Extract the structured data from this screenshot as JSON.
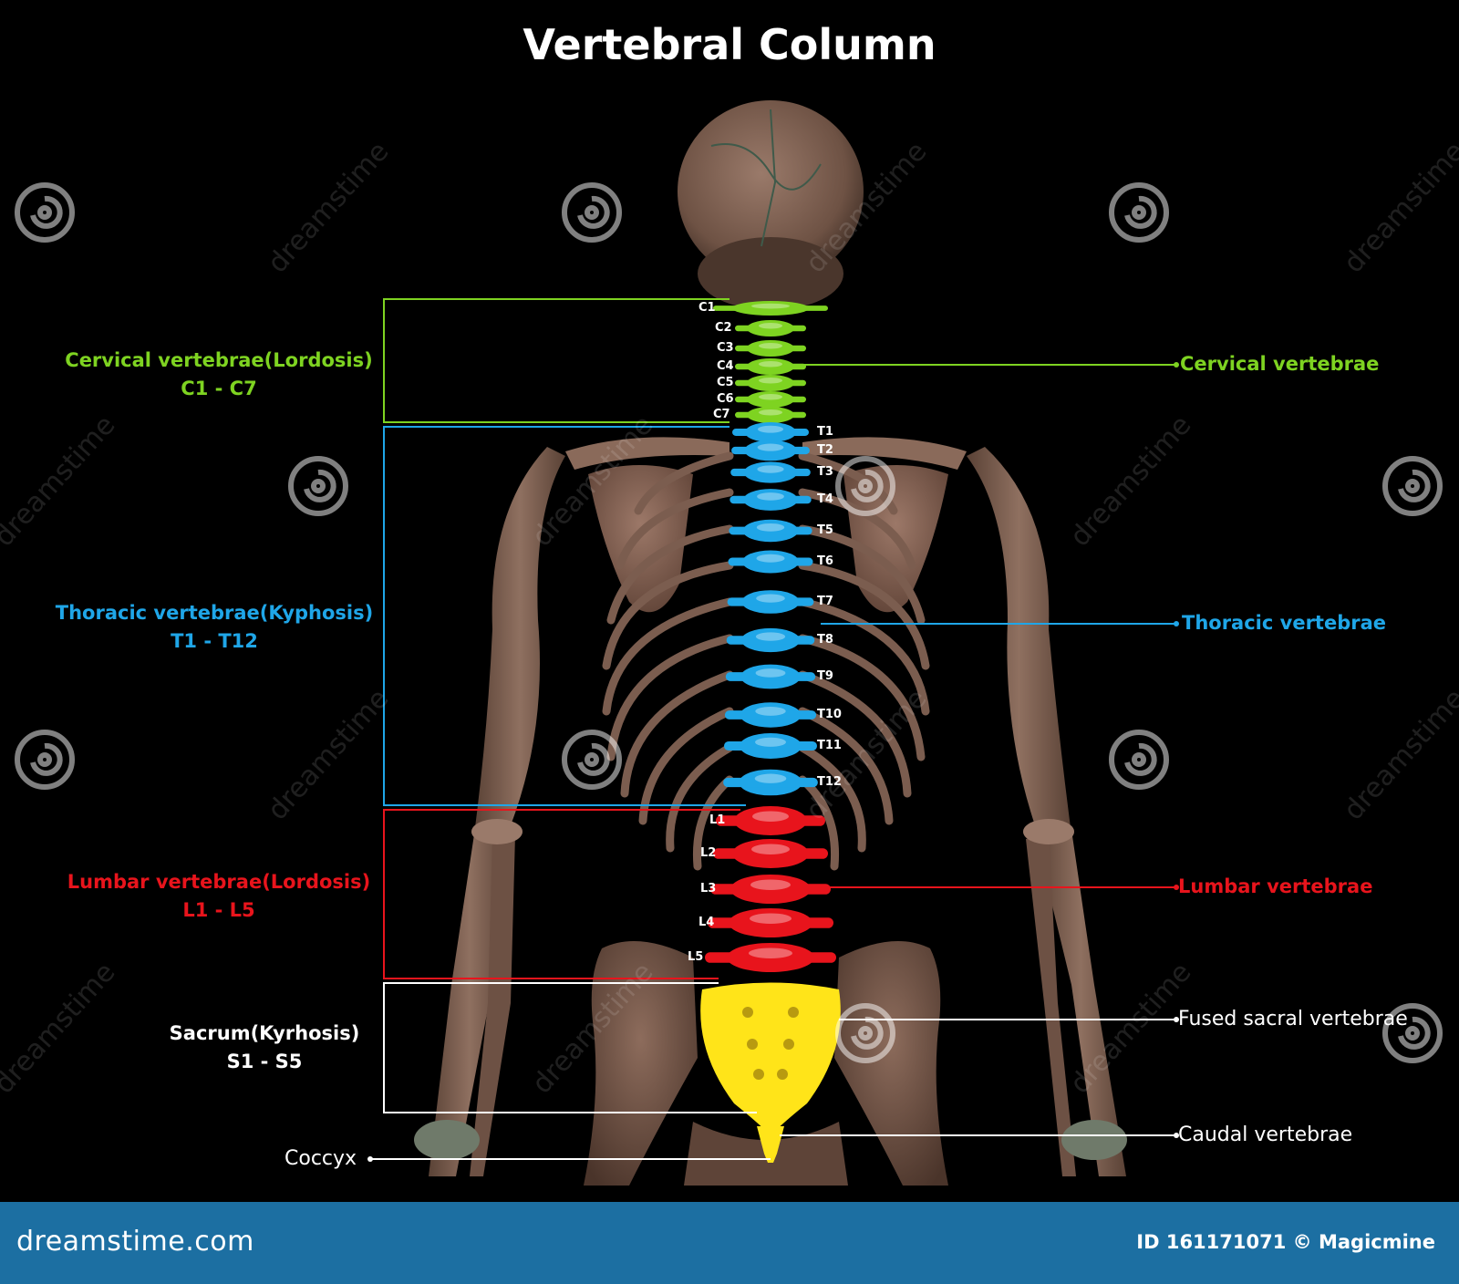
{
  "title": "Vertebral Column",
  "groups": {
    "cervical": {
      "left_name": "Cervical vertebrae(Lordosis)",
      "left_range": "C1 - C7",
      "right_name": "Cervical vertebrae",
      "color": "#7ed321"
    },
    "thoracic": {
      "left_name": "Thoracic vertebrae(Kyphosis)",
      "left_range": "T1 - T12",
      "right_name": "Thoracic vertebrae",
      "color": "#1fa6e8"
    },
    "lumbar": {
      "left_name": "Lumbar vertebrae(Lordosis)",
      "left_range": "L1 - L5",
      "right_name": "Lumbar vertebrae",
      "color": "#e8141c"
    },
    "sacrum": {
      "left_name": "Sacrum(Kyrhosis)",
      "left_range": "S1 - S5",
      "right_name": "Fused sacral vertebrae",
      "color": "#ffffff"
    }
  },
  "caudal_label": "Caudal vertebrae",
  "coccyx_label": "Coccyx",
  "cervical_labels": [
    "C1",
    "C2",
    "C3",
    "C4",
    "C5",
    "C6",
    "C7"
  ],
  "thoracic_labels": [
    "T1",
    "T2",
    "T3",
    "T4",
    "T5",
    "T6",
    "T7",
    "T8",
    "T9",
    "T10",
    "T11",
    "T12"
  ],
  "lumbar_labels": [
    "L1",
    "L2",
    "L3",
    "L4",
    "L5"
  ],
  "bone_color": "#8a6a5a",
  "sacrum_color": "#ffe419",
  "watermark": "dreamstime",
  "footer": {
    "brand": "dreamstime.com",
    "id_text": "ID 161171071 © Magicmine",
    "color": "#1c6fa2"
  }
}
